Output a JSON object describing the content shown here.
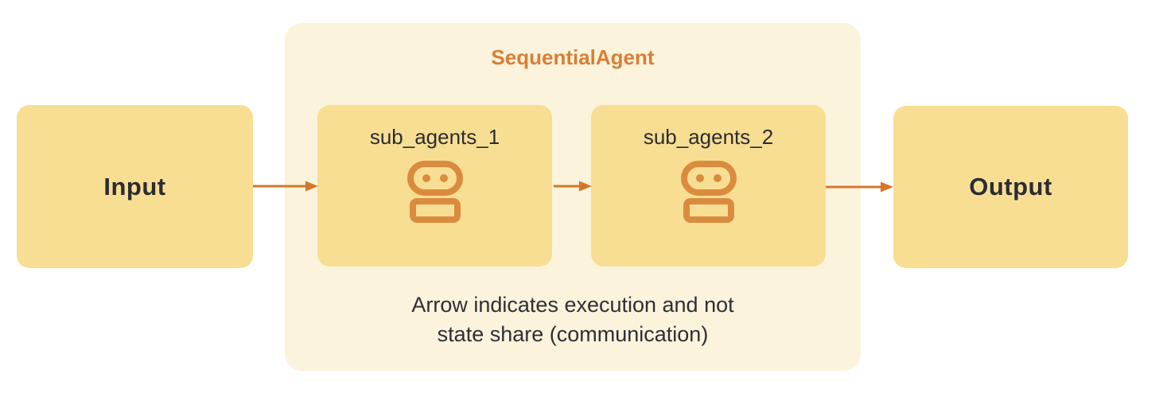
{
  "canvas": {
    "background": "#FFFFFF"
  },
  "colors": {
    "node_fill": "#F8DE92",
    "container_fill": "#FBF3DB",
    "title_orange": "#D87F35",
    "icon_orange": "#DB8B3D",
    "arrow_orange": "#D4772C",
    "text_dark": "#2B2C33"
  },
  "input_node": {
    "label": "Input"
  },
  "output_node": {
    "label": "Output"
  },
  "sequential_agent": {
    "title": "SequentialAgent",
    "sub_agents": [
      {
        "label": "sub_agents_1",
        "icon": "robot-icon"
      },
      {
        "label": "sub_agents_2",
        "icon": "robot-icon"
      }
    ],
    "caption": {
      "line1": "Arrow indicates execution and not",
      "line2": "state share (communication)"
    }
  },
  "icons": {
    "robot": "robot-icon (pill-shaped head with two eyes above a rounded body)"
  },
  "arrows": [
    {
      "name": "input-to-sub1",
      "direction": "right"
    },
    {
      "name": "sub1-to-sub2",
      "direction": "right"
    },
    {
      "name": "sub2-to-output",
      "direction": "right"
    }
  ]
}
